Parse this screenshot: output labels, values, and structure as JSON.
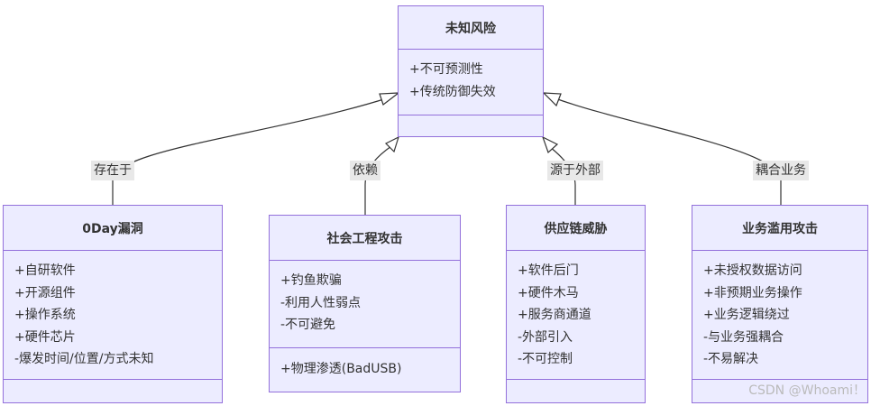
{
  "theme": {
    "fill": "#ECECFF",
    "stroke": "#9370DB",
    "text": "#333333",
    "label_bg": "#E8E8E8",
    "edge": "#333333"
  },
  "diagram": {
    "type": "class-diagram",
    "nodes": {
      "unknown": {
        "name": "未知风险",
        "attributes": [
          "+不可预测性",
          "+传统防御失效"
        ],
        "methods": []
      },
      "zeroday": {
        "name": "0Day漏洞",
        "attributes": [
          "+自研软件",
          "+开源组件",
          "+操作系统",
          "+硬件芯片",
          "-爆发时间/位置/方式未知"
        ],
        "methods": []
      },
      "social": {
        "name": "社会工程攻击",
        "attributes": [
          "+钓鱼欺骗",
          "-利用人性弱点",
          "-不可避免"
        ],
        "methods": [
          "+物理渗透(BadUSB)"
        ]
      },
      "supply": {
        "name": "供应链威胁",
        "attributes": [
          "+软件后门",
          "+硬件木马",
          "+服务商通道",
          "-外部引入",
          "-不可控制"
        ],
        "methods": []
      },
      "business": {
        "name": "业务滥用攻击",
        "attributes": [
          "+未授权数据访问",
          "+非预期业务操作",
          "+业务逻辑绕过",
          "-与业务强耦合",
          "-不易解决"
        ],
        "methods": []
      }
    },
    "edges": [
      {
        "from": "zeroday",
        "to": "unknown",
        "kind": "inheritance",
        "label": "存在于"
      },
      {
        "from": "social",
        "to": "unknown",
        "kind": "inheritance",
        "label": "依赖"
      },
      {
        "from": "supply",
        "to": "unknown",
        "kind": "inheritance",
        "label": "源于外部"
      },
      {
        "from": "business",
        "to": "unknown",
        "kind": "inheritance",
        "label": "耦合业务"
      }
    ]
  },
  "watermark": "CSDN @Whoami！"
}
